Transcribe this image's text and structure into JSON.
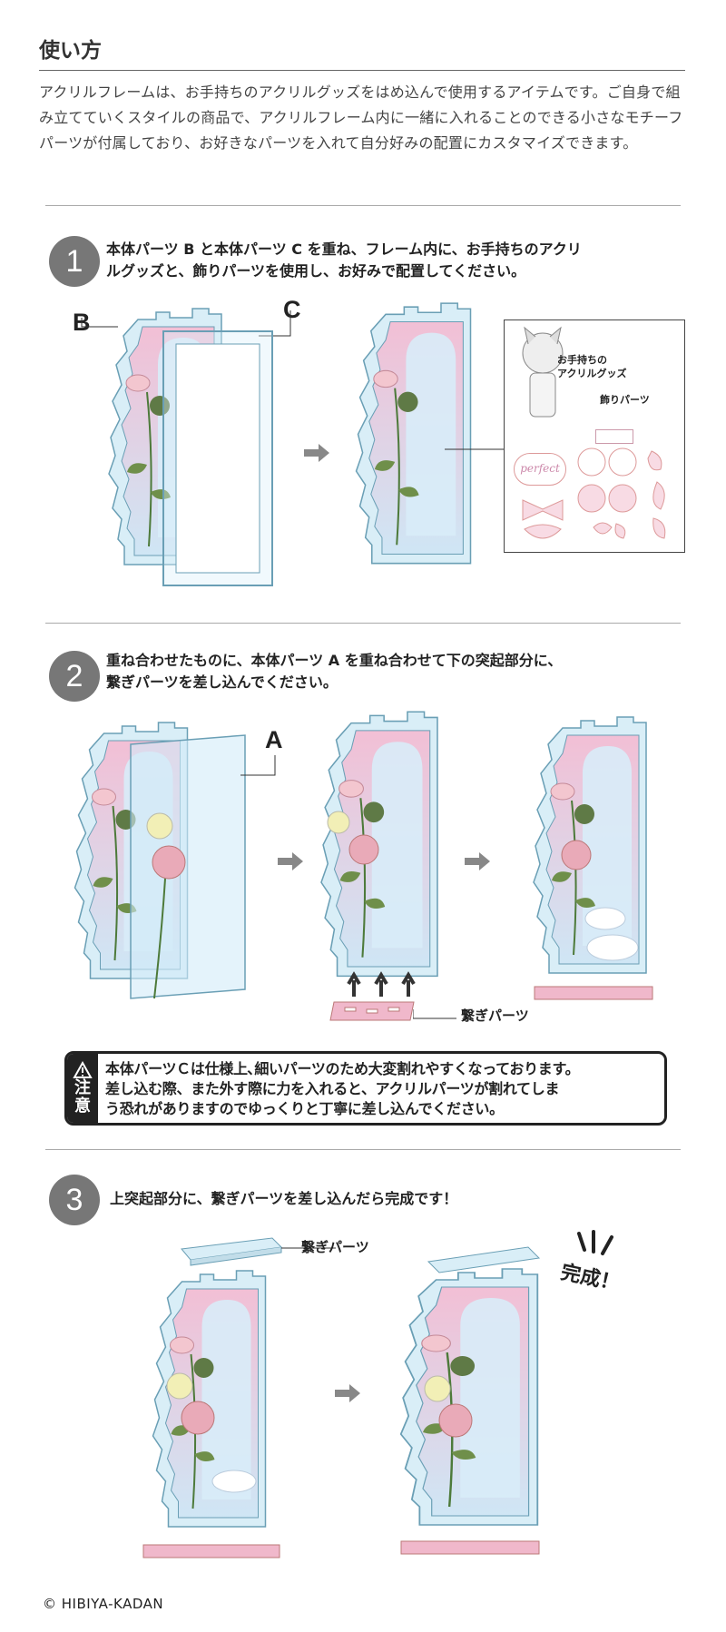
{
  "header": {
    "title": "使い方"
  },
  "intro": {
    "text": "アクリルフレームは、お手持ちのアクリルグッズをはめ込んで使用するアイテムです。ご自身で組み立てていくスタイルの商品で、アクリルフレーム内に一緒に入れることのできる小さなモチーフパーツが付属しており、お好きなパーツを入れて自分好みの配置にカスタマイズできます。"
  },
  "steps": [
    {
      "number": "1",
      "line1": "本体パーツ B と本体パーツ C を重ね、フレーム内に、お手持ちのアクリ",
      "line2": "ルグッズと、飾りパーツを使用し、お好みで配置してください。",
      "labels": {
        "b": "B",
        "c": "C",
        "own_goods_1": "お手持ちの",
        "own_goods_2": "アクリルグッズ",
        "deco_parts": "飾りパーツ",
        "deco_script": "perfect"
      }
    },
    {
      "number": "2",
      "line1": "重ね合わせたものに、本体パーツ A を重ね合わせて下の突起部分に、",
      "line2": "繋ぎパーツを差し込んでください。",
      "labels": {
        "a": "A",
        "connector": "繋ぎパーツ"
      }
    },
    {
      "number": "3",
      "line1": "上突起部分に、繋ぎパーツを差し込んだら完成です！",
      "labels": {
        "connector": "繋ぎパーツ",
        "done": "完成！"
      }
    }
  ],
  "warning": {
    "label_1": "注",
    "label_2": "意",
    "line1": "本体パーツＣは仕様上､細いパーツのため大変割れやすくなっております。",
    "line2": "差し込む際、また外す際に力を入れると、アクリルパーツが割れてしま",
    "line3": "う恐れがありますのでゆっくりと丁寧に差し込んでください。"
  },
  "footer": {
    "copyright": "© HIBIYA-KADAN"
  },
  "colors": {
    "frame": "#d6ecf5",
    "panel": "#f0c4d8",
    "step_circle": "#777777",
    "arrow": "#888888"
  }
}
